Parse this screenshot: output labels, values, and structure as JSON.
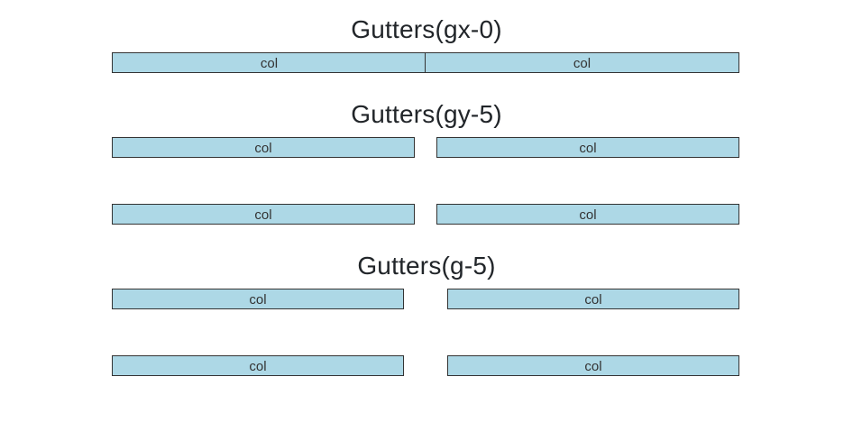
{
  "sections": [
    {
      "title": "Gutters(gx-0)",
      "cols": [
        "col",
        "col"
      ]
    },
    {
      "title": "Gutters(gy-5)",
      "cols": [
        "col",
        "col",
        "col",
        "col"
      ]
    },
    {
      "title": "Gutters(g-5)",
      "cols": [
        "col",
        "col",
        "col",
        "col"
      ]
    }
  ],
  "colors": {
    "col_background": "#add8e6",
    "col_border": "#333333",
    "text": "#212529"
  }
}
